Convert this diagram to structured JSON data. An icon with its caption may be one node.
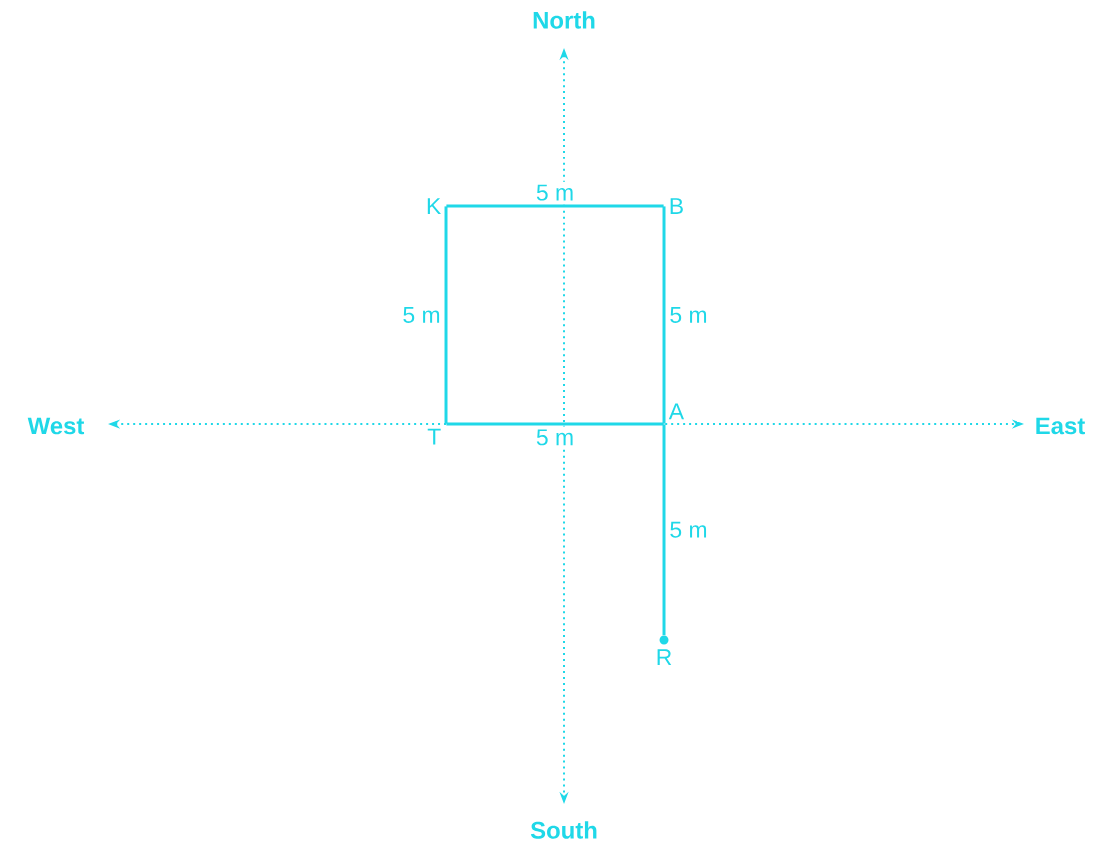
{
  "diagram": {
    "nodes": [
      {
        "text": [
          "K"
        ]
      },
      {
        "text": [
          "B"
        ]
      },
      {
        "text": [
          "A"
        ]
      },
      {
        "text": [
          "T"
        ]
      },
      {
        "text": [
          "R"
        ]
      }
    ],
    "edges": [
      {
        "from": 0,
        "to": 1,
        "arrow": "none",
        "label": "5 m"
      },
      {
        "from": 1,
        "to": 2,
        "arrow": "none",
        "label": "5 m"
      },
      {
        "from": 2,
        "to": 3,
        "arrow": "none",
        "label": "5 m"
      },
      {
        "from": 3,
        "to": 0,
        "arrow": "none",
        "label": "5 m"
      },
      {
        "from": 2,
        "to": 4,
        "arrow": "none",
        "label": "5 m"
      }
    ],
    "labels": [
      "North",
      "West",
      "East",
      "South"
    ]
  }
}
